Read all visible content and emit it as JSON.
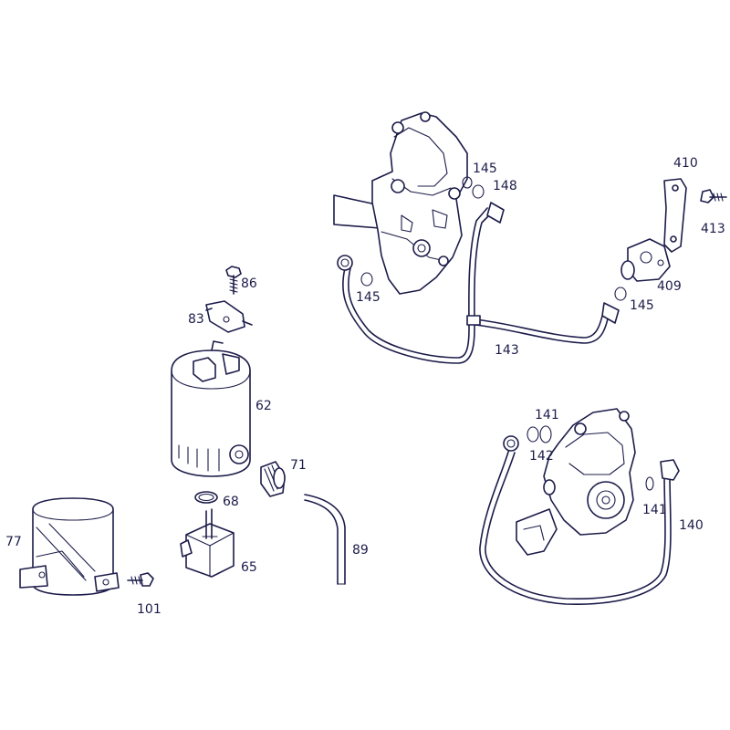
{
  "colors": {
    "line": "#1c1c4a",
    "background": "#ffffff"
  },
  "labels": {
    "p62": "62",
    "p65": "65",
    "p68": "68",
    "p71": "71",
    "p77": "77",
    "p83": "83",
    "p86": "86",
    "p89": "89",
    "p101": "101",
    "p140": "140",
    "p141_upper": "141",
    "p141_lower": "141",
    "p142": "142",
    "p143": "143",
    "p145_top": "145",
    "p145_left": "145",
    "p145_right": "145",
    "p148": "148",
    "p409": "409",
    "p410": "410",
    "p413": "413"
  }
}
